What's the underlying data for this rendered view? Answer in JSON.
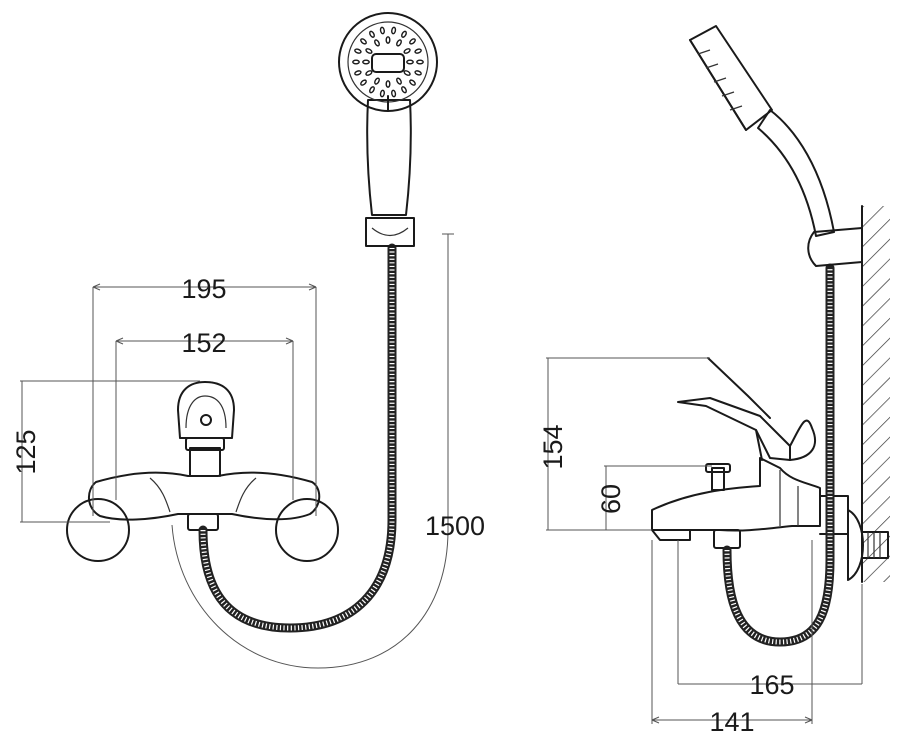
{
  "dimensions": {
    "front_width_outer": "195",
    "front_width_inner": "152",
    "front_height": "125",
    "hose_length": "1500",
    "side_height_total": "154",
    "side_height_spout": "60",
    "side_depth_outer": "165",
    "side_depth_spout": "141"
  },
  "colors": {
    "line": "#1a1a1a",
    "dimension": "#555555",
    "background": "#ffffff"
  }
}
